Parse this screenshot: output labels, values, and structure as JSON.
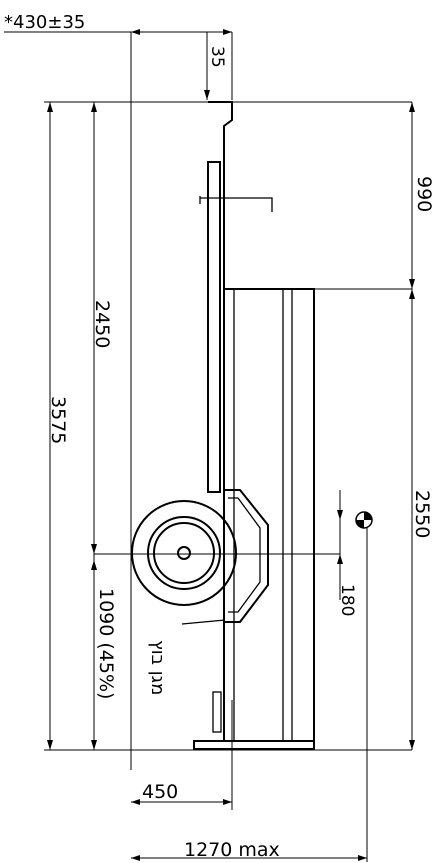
{
  "dimensions": {
    "top_tolerance": "*430±35",
    "top_gap": "35",
    "front_overhang": "990",
    "wheel_to_tail": "2450",
    "overall_length": "3575",
    "wheel_forward": "2550",
    "offset_small": "180",
    "wheel_to_front": "1090 (45%)",
    "bottom_offset": "450",
    "overall_width": "1270 max"
  },
  "labels": {
    "hebrew_note": "מגן בוץ"
  }
}
